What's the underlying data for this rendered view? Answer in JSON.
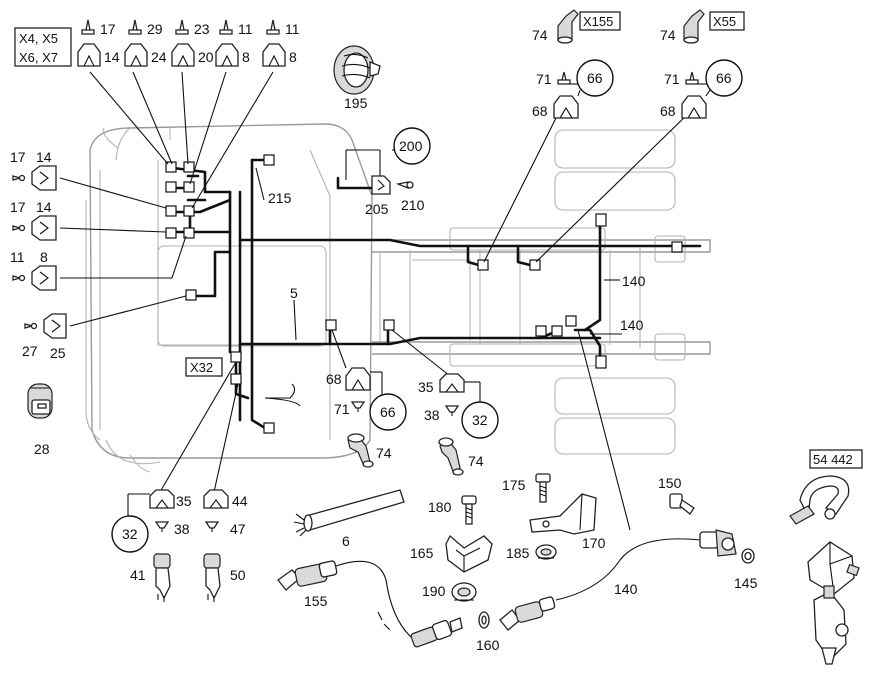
{
  "labels": {
    "x4x5": "X4, X5",
    "x6x7": "X6, X7",
    "top": [
      "17",
      "29",
      "23",
      "11",
      "11",
      "14",
      "24",
      "20",
      "8",
      "8"
    ],
    "left": [
      "17",
      "14",
      "17",
      "14",
      "11",
      "8",
      "27",
      "25",
      "28"
    ],
    "x32": "X32",
    "n215": "215",
    "n5": "5",
    "n200": "200",
    "n205": "205",
    "n210": "210",
    "n195": "195",
    "x155": "X155",
    "x55": "X55",
    "n74a": "74",
    "n74b": "74",
    "n71a": "71",
    "n66a": "66",
    "n68a": "68",
    "n71b": "71",
    "n66b": "66",
    "n68b": "68",
    "n140a": "140",
    "n140b": "140",
    "n68c": "68",
    "n71c": "71",
    "n66c": "66",
    "n74c": "74",
    "n35a": "35",
    "n38a": "38",
    "n32a": "32",
    "n74d": "74",
    "n35b": "35",
    "n32b": "32",
    "n38b": "38",
    "n41": "41",
    "n44": "44",
    "n47": "47",
    "n50": "50",
    "n6": "6",
    "n155": "155",
    "n180": "180",
    "n165": "165",
    "n190": "190",
    "n160": "160",
    "n175": "175",
    "n185": "185",
    "n170": "170",
    "n150": "150",
    "n140c": "140",
    "n145": "145",
    "n54442": "54 442"
  }
}
